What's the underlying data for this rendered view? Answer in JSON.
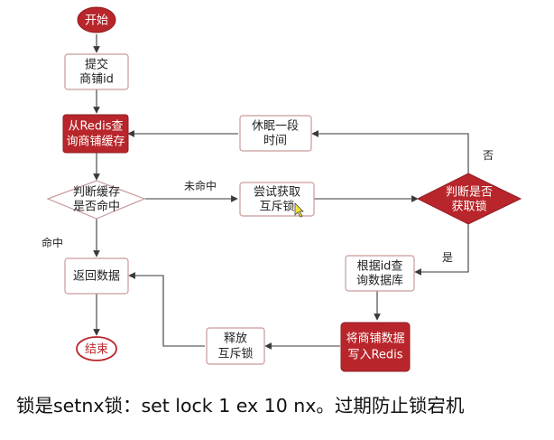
{
  "colors": {
    "red_fill": "#b8262b",
    "red_stroke": "#8f1d21",
    "box_stroke": "#c99a9a",
    "box_fill": "#ffffff",
    "arrow": "#3a3a3a",
    "light_text": "#ffffff",
    "dark_text": "#222222"
  },
  "nodes": {
    "start": {
      "text": "开始"
    },
    "submit": {
      "line1": "提交",
      "line2": "商铺id"
    },
    "query_redis": {
      "line1": "从Redis查",
      "line2": "询商铺缓存"
    },
    "cache_hit_decision": {
      "line1": "判断缓存",
      "line2": "是否命中"
    },
    "try_lock": {
      "line1": "尝试获取",
      "line2": "互斥锁"
    },
    "lock_decision": {
      "line1": "判断是否",
      "line2": "获取锁"
    },
    "sleep": {
      "line1": "休眠一段",
      "line2": "时间"
    },
    "query_db": {
      "line1": "根据id查",
      "line2": "询数据库"
    },
    "write_redis": {
      "line1": "将商铺数据",
      "line2": "写入Redis"
    },
    "release_lock": {
      "line1": "释放",
      "line2": "互斥锁"
    },
    "return_data": {
      "text": "返回数据"
    },
    "end": {
      "text": "结束"
    }
  },
  "edge_labels": {
    "miss": "未命中",
    "hit": "命中",
    "no": "否",
    "yes": "是"
  },
  "caption": "锁是setnx锁：set lock 1 ex 10 nx。过期防止锁宕机"
}
